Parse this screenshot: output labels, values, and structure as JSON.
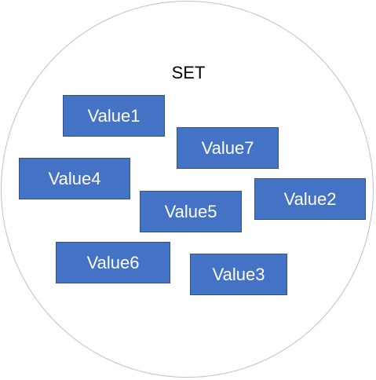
{
  "diagram": {
    "title": "SET",
    "colors": {
      "box_fill": "#4472c4",
      "box_border": "#2f528f",
      "box_text": "#ffffff",
      "circle_border": "#bfbfbf"
    },
    "values": [
      {
        "id": "v1",
        "label": "Value1"
      },
      {
        "id": "v7",
        "label": "Value7"
      },
      {
        "id": "v4",
        "label": "Value4"
      },
      {
        "id": "v2",
        "label": "Value2"
      },
      {
        "id": "v5",
        "label": "Value5"
      },
      {
        "id": "v6",
        "label": "Value6"
      },
      {
        "id": "v3",
        "label": "Value3"
      }
    ]
  }
}
